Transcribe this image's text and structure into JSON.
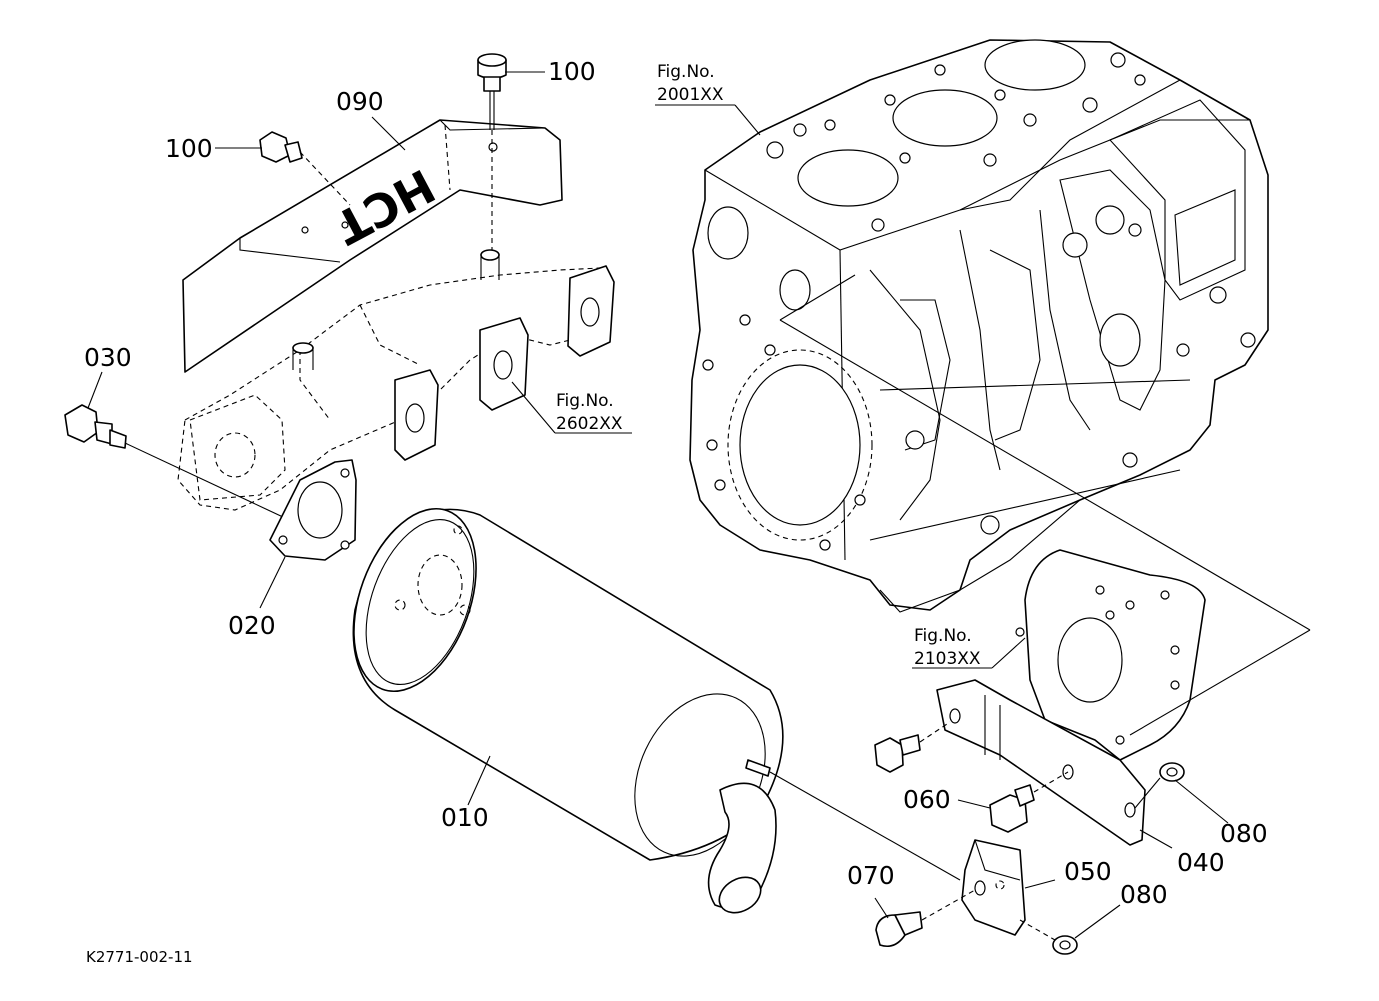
{
  "drawing": {
    "code": "K2771-002-11"
  },
  "parts": [
    {
      "id": "p010",
      "number": "010"
    },
    {
      "id": "p020",
      "number": "020"
    },
    {
      "id": "p030",
      "number": "030"
    },
    {
      "id": "p040",
      "number": "040"
    },
    {
      "id": "p050",
      "number": "050"
    },
    {
      "id": "p060",
      "number": "060"
    },
    {
      "id": "p070",
      "number": "070"
    },
    {
      "id": "p080a",
      "number": "080"
    },
    {
      "id": "p080b",
      "number": "080"
    },
    {
      "id": "p090",
      "number": "090"
    },
    {
      "id": "p100a",
      "number": "100"
    },
    {
      "id": "p100b",
      "number": "100"
    }
  ],
  "figure_refs": [
    {
      "label": "Fig.No.",
      "code": "2001XX"
    },
    {
      "label": "Fig.No.",
      "code": "2602XX"
    },
    {
      "label": "Fig.No.",
      "code": "2103XX"
    }
  ],
  "heat_shield_mark": "HCT"
}
